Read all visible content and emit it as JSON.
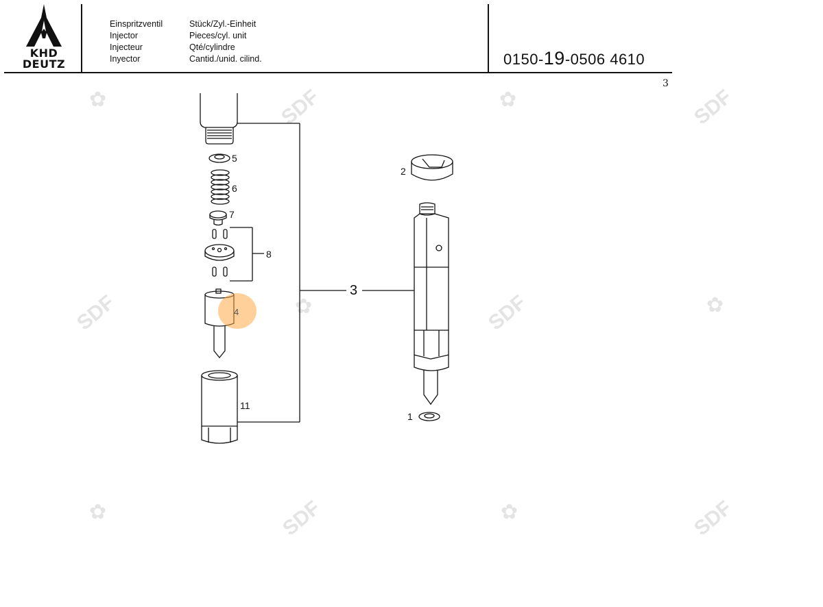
{
  "logo": {
    "line1": "KHD",
    "line2": "DEUTZ"
  },
  "header": {
    "titles": [
      "Einspritzventil",
      "Injector",
      "Injecteur",
      "Inyector"
    ],
    "units": [
      "Stück/Zyl.-Einheit",
      "Pieces/cyl. unit",
      "Qté/cylindre",
      "Cantid./unid. cilind."
    ],
    "part_number": {
      "prefix": "0150-",
      "group": "19",
      "suffix": "-0506 4610"
    },
    "page_number": "3"
  },
  "callouts": {
    "c1": "1",
    "c2": "2",
    "c3": "3",
    "c4": "4",
    "c5": "5",
    "c6": "6",
    "c7": "7",
    "c8": "8",
    "c11": "11"
  },
  "watermark": {
    "text": "SDF"
  },
  "colors": {
    "ink": "#111111",
    "highlight": "#ffaa46",
    "watermark": "#e4e4e4"
  }
}
